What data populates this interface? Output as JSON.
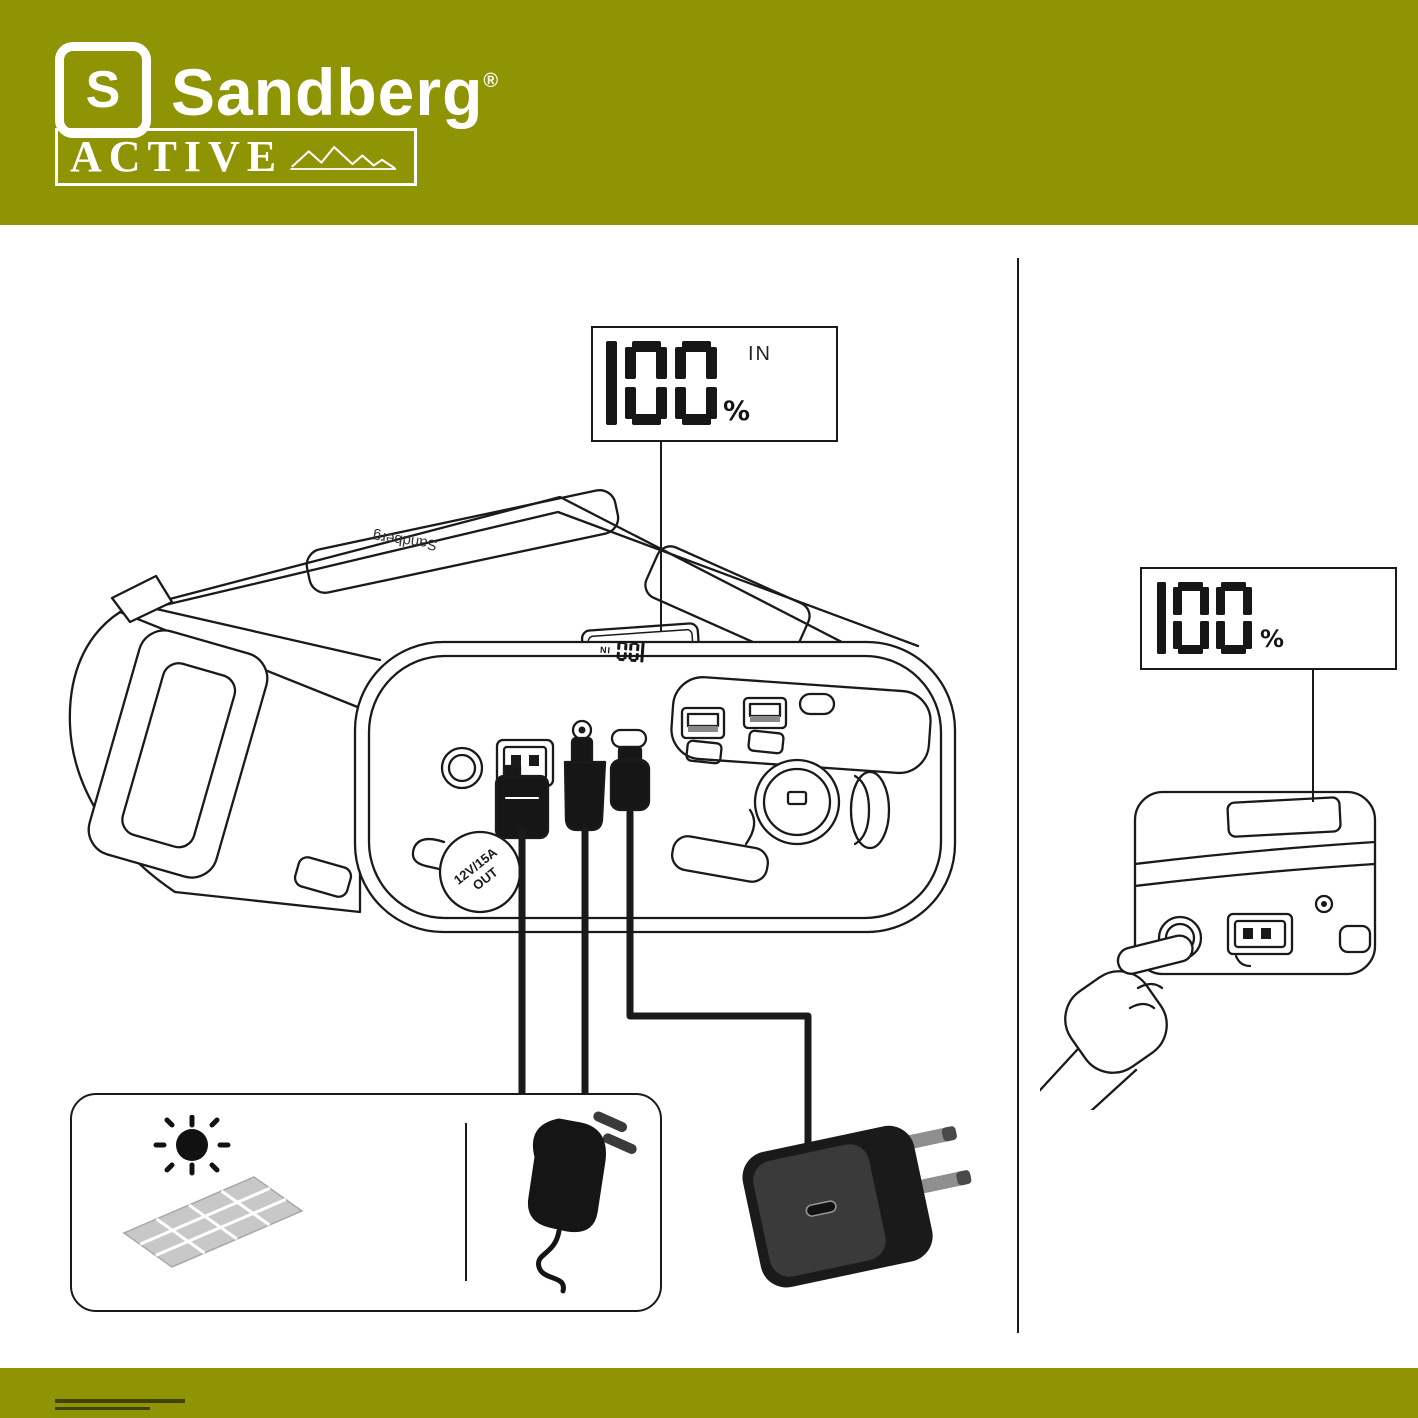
{
  "colors": {
    "band": "#8e9404",
    "ink": "#1a1a1a",
    "lcd": "#161616"
  },
  "header": {
    "brand_mark": "S",
    "brand": "Sandberg",
    "registered": "®",
    "series": "ACTIVE"
  },
  "callout_main": {
    "value": "100",
    "percent": "%",
    "mode": "IN"
  },
  "callout_side": {
    "value": "100",
    "percent": "%"
  },
  "device": {
    "brand_label": "Sandberg",
    "display_value": "100",
    "display_mode": "IN",
    "cap_line1": "12V/15A",
    "cap_line2": "OUT"
  }
}
